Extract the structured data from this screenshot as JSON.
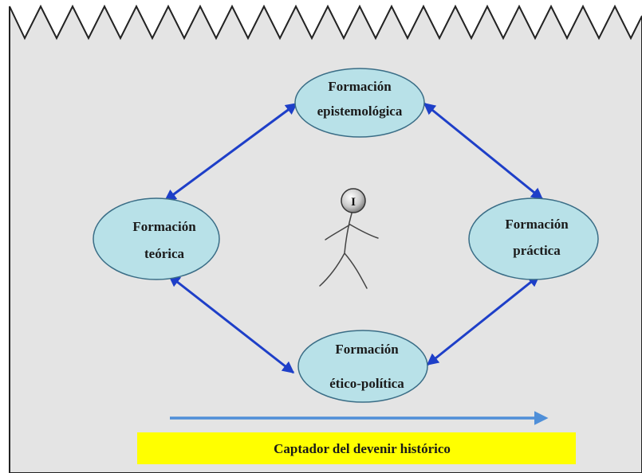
{
  "nodes": {
    "epistemologica": {
      "line1": "Formación",
      "line2": "epistemológica"
    },
    "teorica": {
      "line1": "Formación",
      "line2": "teórica"
    },
    "practica": {
      "line1": "Formación",
      "line2": "práctica"
    },
    "etico_politica": {
      "line1": "Formación",
      "line2": "ético-política"
    }
  },
  "figure": {
    "head_label": "I"
  },
  "caption": {
    "text": "Captador del devenir histórico"
  },
  "colors": {
    "panel_bg": "#e4e4e4",
    "node_fill": "#b8e1e8",
    "connector": "#1e3fc8",
    "timeline_arrow": "#4f8fd8",
    "caption_bg": "#ffff00"
  },
  "icons": {
    "stick_figure": "stick-figure-icon",
    "timeline": "arrow-right-icon"
  }
}
